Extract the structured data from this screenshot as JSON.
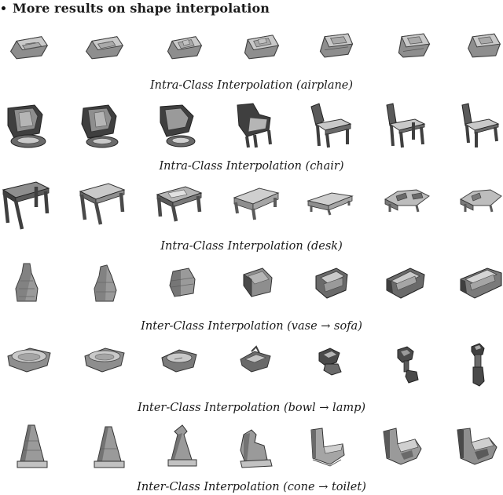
{
  "heading": {
    "bullet": "•",
    "text": "More results on shape interpolation"
  },
  "colors": {
    "voxel_light": "#c9c9c9",
    "voxel_mid": "#8e8e8e",
    "voxel_dark": "#3f3f3f"
  },
  "strips": [
    {
      "caption": "Intra-Class Interpolation (airplane)",
      "steps": 7,
      "start": "flat wing-like slab",
      "end": "flat wing-like slab"
    },
    {
      "caption": "Intra-Class Interpolation (chair)",
      "steps": 7,
      "start": "rounded armchair",
      "end": "open-frame chair"
    },
    {
      "caption": "Intra-Class Interpolation (desk)",
      "steps": 7,
      "start": "four-legged desk",
      "end": "low flat desk"
    },
    {
      "caption": "Inter-Class Interpolation (vase → sofa)",
      "steps": 7,
      "start": "vase",
      "end": "sofa"
    },
    {
      "caption": "Inter-Class Interpolation (bowl → lamp)",
      "steps": 7,
      "start": "bowl",
      "end": "lamp"
    },
    {
      "caption": "Inter-Class Interpolation (cone → toilet)",
      "steps": 7,
      "start": "cone",
      "end": "toilet"
    }
  ]
}
